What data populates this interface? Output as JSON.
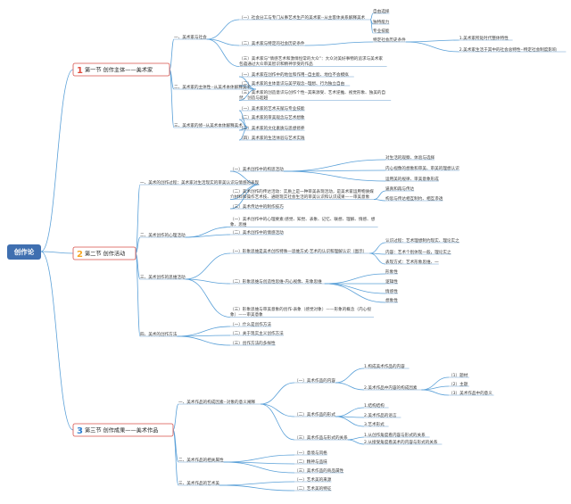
{
  "root": "创作论",
  "chapters": [
    {
      "num": "1",
      "title": "第一节  创作主体——美术家",
      "sections": [
        {
          "text": "一、美术家与社会",
          "children": [
            {
              "text": "（一）社会分工与专门从事艺术生产的美术家--从主客体关系解释美术",
              "children": [
                {
                  "text": "自由选择"
                },
                {
                  "text": "独特能力"
                },
                {
                  "text": "专业技能"
                }
              ]
            },
            {
              "text": "（二）美术家与特定的社会历史条件",
              "children": [
                {
                  "text": "特定社会历史条件",
                  "children": [
                    {
                      "text": "1.美术家所处时代整体特性"
                    },
                    {
                      "text": "2.美术家生活于其中的社会总特性--特定社会制度影响"
                    }
                  ]
                }
              ]
            },
            {
              "text": "（三）美术家与“情感艺术和激情恒常的大众”：大众对美好事物的追求与美术家",
              "text2": "包蕴通过大众审美智识和精神享受的作品"
            }
          ]
        },
        {
          "text": "二、美术家的主体性--从美术本体解释美术",
          "children": [
            {
              "text": "（一）美术家在创作中的地位和作用--自主能、地位不会模拟"
            },
            {
              "text": "（二）美术家的主体意识与美学观念--理想、行为独立自由"
            },
            {
              "text": "（三）美术家的创造意识与创作个性--其来源受、艺术逆推、视觉形象、独美的自",
              "text2": "然、创造与超越"
            }
          ]
        },
        {
          "text": "三、美术家的修--从美术本体解释美术",
          "children": [
            {
              "text": "（一）美术家的艺术天赋与专业技能"
            },
            {
              "text": "（二）美术家的审美观念与艺术想象"
            },
            {
              "text": "（三）美术家的文化素质与思想修养"
            },
            {
              "text": "（四）美术家的生活体验与艺术实践"
            }
          ]
        }
      ]
    },
    {
      "num": "2",
      "title": "第二节  创作活动",
      "sections": [
        {
          "text": "一、美术的创作过程：美术家对生活现实的审美认识与情感的表现",
          "children": [
            {
              "text": "（一）美术创作中的构思活动",
              "children": [
                {
                  "text": "对生活的观察、体验与选择"
                },
                {
                  "text": "内心视像的想象和审美、审美的理想认识"
                },
                {
                  "text": "运用美的规律、审美意象形成"
                }
              ]
            },
            {
              "text": "（二）美术创作的传达活动：实质上是一种审美表现活动，是美术家运用物质媒",
              "text2": "介材料和操作艺术技、通晓现实社会生活的审美认识和认识成果——审美意象",
              "children": [
                {
                  "text": "逼真和再与传达"
                },
                {
                  "text": "构思与传达相互制约、相互渗透"
                }
              ]
            },
            {
              "text": "（三）美术传达中的制作技巧"
            }
          ]
        },
        {
          "text": "二、美术创作的心理活动",
          "children": [
            {
              "text": "（一）美术创作中的心理要素:感觉、知觉、表象、记忆、联想、理解、情感、想",
              "text2": "象、思维"
            },
            {
              "text": "（二）美术创作中的情感活动"
            }
          ]
        },
        {
          "text": "三、美术创作的思维活动",
          "children": [
            {
              "text": "（一）形象思维是美术创作特殊一思维方式-艺术的认识和理解认识（图示）",
              "children": [
                {
                  "text": "认识过程：艺术理想制约现实、理论实之"
                },
                {
                  "text": "内容：艺术个别体现一般，理论实之"
                },
                {
                  "text": "表现方式：艺术形象思维、一"
                }
              ]
            },
            {
              "text": "（二）形象思维与创造性思维-内心视像、形象思维",
              "children": [
                {
                  "text": "形象性"
                },
                {
                  "text": "逻辑性"
                },
                {
                  "text": "情感性"
                },
                {
                  "text": "想象性"
                }
              ]
            },
            {
              "text": "（三）形象思维与审美意象的创作-表象（感觉对象）——形象的概念（内心视",
              "text2": "象）——审美意象"
            }
          ]
        },
        {
          "text": "四、美术的创作方法",
          "children": [
            {
              "text": "（一）什么是创作方法"
            },
            {
              "text": "（二）关于现实主义创作方法"
            },
            {
              "text": "（三）创作方法的多样性"
            }
          ]
        }
      ]
    },
    {
      "num": "3",
      "title": "第三节  创作成果——美术作品",
      "sections": [
        {
          "text": "一、美术作品的构成因素--对象的意义阐释",
          "children": [
            {
              "text": "（一）美术作品的内容",
              "children": [
                {
                  "text": "1.构成美术作品的内容"
                },
                {
                  "text": "2.美术作品中内容的构成因素",
                  "children": [
                    {
                      "text": "（1）题材"
                    },
                    {
                      "text": "（2）主题"
                    },
                    {
                      "text": "（3）美术作品中的意义"
                    }
                  ]
                }
              ]
            },
            {
              "text": "（二）美术作品的形式",
              "children": [
                {
                  "text": "1.结构结构"
                },
                {
                  "text": "2.美术作品的语言"
                },
                {
                  "text": "3.艺术形式"
                }
              ]
            },
            {
              "text": "（三）美术作品与形式的关系",
              "children": [
                {
                  "text": "1.从创作角度看内容与形式的关系"
                },
                {
                  "text": "2.从接受角度看美术的内容与形式的关系"
                }
              ]
            }
          ]
        },
        {
          "text": "二、美术作品的相关属性",
          "children": [
            {
              "text": "（一）意境与风格"
            },
            {
              "text": "（二）精神与品味"
            },
            {
              "text": "（三）美术作品的商品属性"
            }
          ]
        },
        {
          "text": "三、美术作品的艺术美",
          "children": [
            {
              "text": "（一）艺术美的来源"
            },
            {
              "text": "（二）艺术美的特征"
            }
          ]
        }
      ]
    }
  ],
  "colors": {
    "link": "#5aa0d8",
    "chapter_border": "#d6504a",
    "root_fill": "#3f6fb0",
    "num1": "#e04a3c",
    "num2": "#f5a623",
    "num3": "#2f7fd0"
  }
}
